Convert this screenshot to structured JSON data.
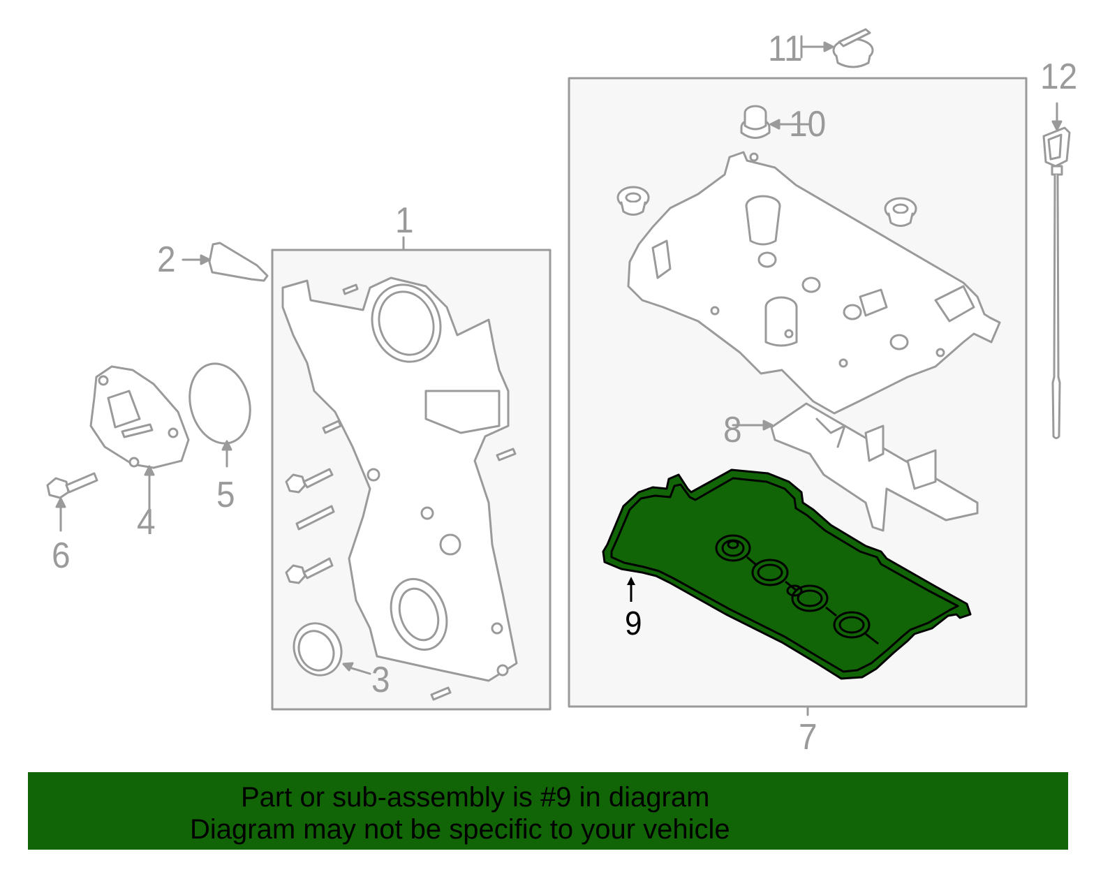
{
  "diagram": {
    "colors": {
      "line_gray": "#9a9a9a",
      "box_fill": "#f7f7f7",
      "highlight_green": "#126506",
      "highlight_outline": "#000000",
      "banner_green": "#126506"
    },
    "callouts": [
      {
        "number": "1",
        "part": "timing-cover"
      },
      {
        "number": "2",
        "part": "plug"
      },
      {
        "number": "3",
        "part": "front-seal"
      },
      {
        "number": "4",
        "part": "vacuum-pump-cover"
      },
      {
        "number": "5",
        "part": "o-ring"
      },
      {
        "number": "6",
        "part": "bolt"
      },
      {
        "number": "7",
        "part": "valve-cover-assembly"
      },
      {
        "number": "8",
        "part": "oil-separator-baffle"
      },
      {
        "number": "9",
        "part": "valve-cover-gasket",
        "highlighted": true
      },
      {
        "number": "10",
        "part": "grommet"
      },
      {
        "number": "11",
        "part": "oil-filler-cap"
      },
      {
        "number": "12",
        "part": "dipstick"
      }
    ],
    "highlighted_part": "9"
  },
  "banner": {
    "line1": "Part or sub-assembly is #9 in diagram",
    "line2": "Diagram may not be specific to your vehicle"
  }
}
